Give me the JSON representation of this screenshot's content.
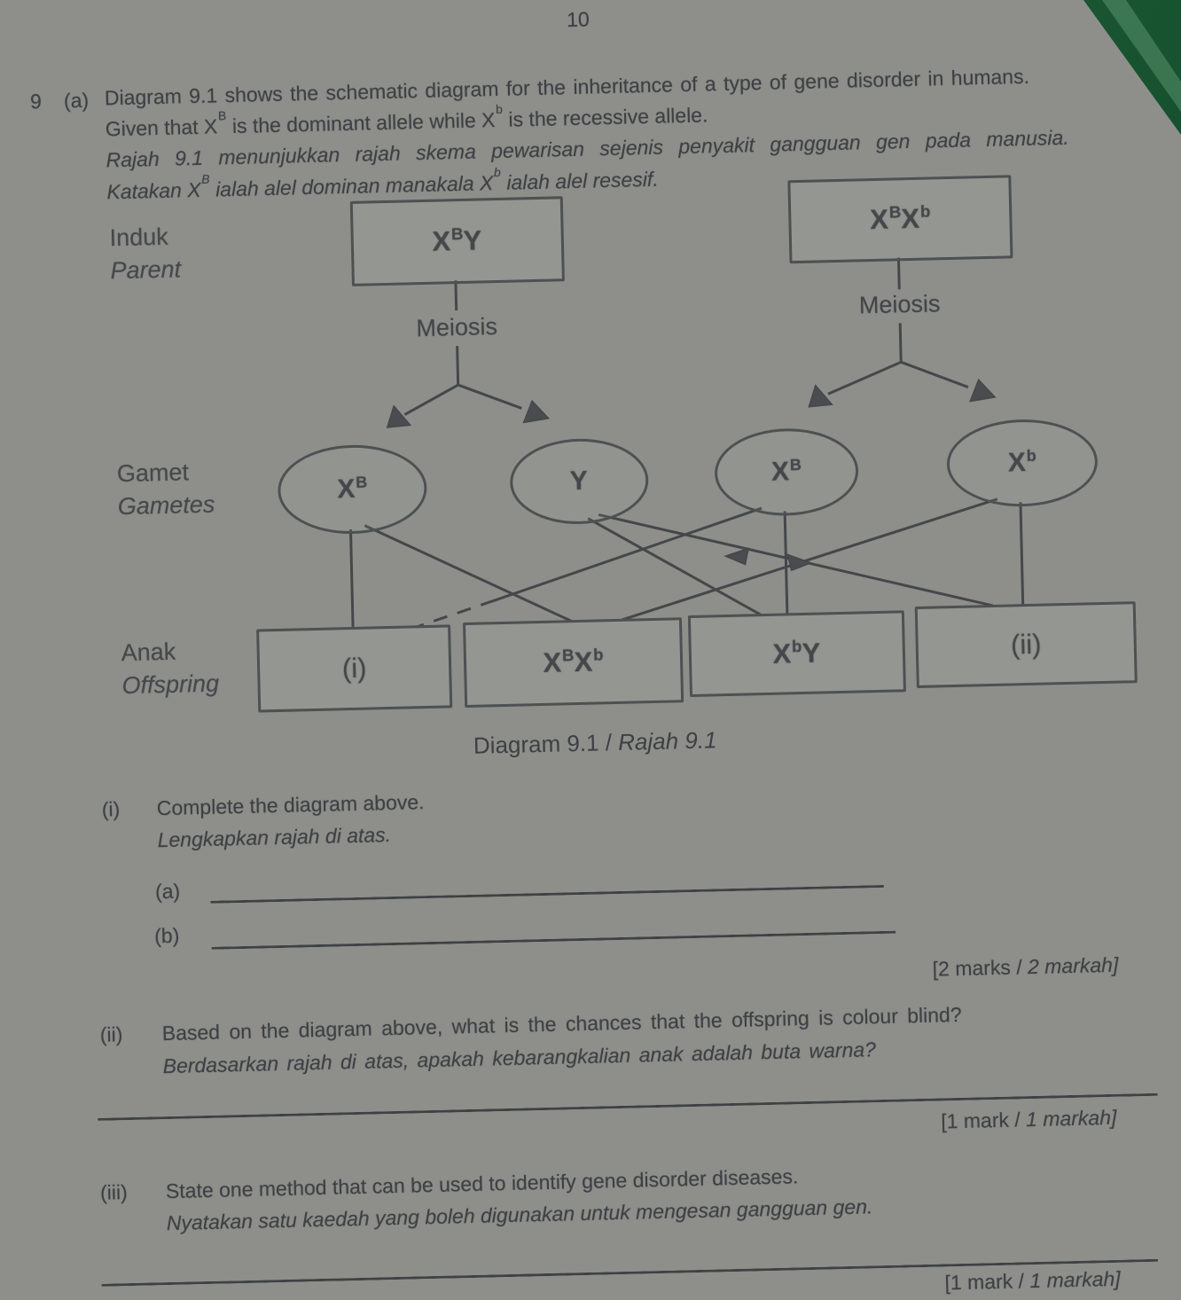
{
  "page_number": "10",
  "colors": {
    "paper_text": "#3e4044",
    "diagram_line": "#45474a",
    "green_corner": "#1c5c36"
  },
  "intro": {
    "q_no": "9",
    "part": "(a)",
    "en_line1": "Diagram 9.1 shows the schematic diagram for the inheritance of a type of gene disorder in humans.",
    "en_line2": {
      "pre": "Given that X",
      "sup1": "B",
      "mid": " is the dominant allele while X",
      "sup2": "b",
      "post": " is the recessive allele."
    },
    "ms_line1": "Rajah 9.1 menunjukkan rajah skema pewarisan sejenis penyakit gangguan gen pada manusia.",
    "ms_line2": {
      "pre": "Katakan X",
      "sup1": "B",
      "mid": " ialah alel dominan manakala X",
      "sup2": "b",
      "post": " ialah alel resesif."
    }
  },
  "diagram": {
    "labels": {
      "parent_ms": "Induk",
      "parent_en": "Parent",
      "gamete_ms": "Gamet",
      "gamete_en": "Gametes",
      "offspring_ms": "Anak",
      "offspring_en": "Offspring"
    },
    "meiosis_left": "Meiosis",
    "meiosis_right": "Meiosis",
    "parent1": {
      "b1": "X",
      "s1": "B",
      "b2": "Y",
      "s2": ""
    },
    "parent2": {
      "b1": "X",
      "s1": "B",
      "b2": "X",
      "s2": "b"
    },
    "gamete1": {
      "b1": "X",
      "s1": "B"
    },
    "gamete2": {
      "b1": "Y",
      "s1": ""
    },
    "gamete3": {
      "b1": "X",
      "s1": "B"
    },
    "gamete4": {
      "b1": "X",
      "s1": "b"
    },
    "offspring1": {
      "label": "(i)"
    },
    "offspring2": {
      "b1": "X",
      "s1": "B",
      "b2": "X",
      "s2": "b"
    },
    "offspring3": {
      "b1": "X",
      "s1": "b",
      "b2": "Y",
      "s2": ""
    },
    "offspring4": {
      "label": "(ii)"
    },
    "caption_en": "Diagram 9.1",
    "caption_sep": " / ",
    "caption_ms": "Rajah 9.1"
  },
  "q_i": {
    "label": "(i)",
    "en": "Complete the diagram above.",
    "ms": "Lengkapkan rajah di atas.",
    "blank_a_label": "(a)",
    "blank_b_label": "(b)",
    "marks_en": "[2 marks / ",
    "marks_ms": "2 markah]"
  },
  "q_ii": {
    "label": "(ii)",
    "en": "Based on the diagram above, what is the chances that the offspring is colour blind?",
    "ms": "Berdasarkan rajah di atas, apakah kebarangkalian anak adalah buta warna?",
    "marks_en": "[1 mark / ",
    "marks_ms": "1 markah]"
  },
  "q_iii": {
    "label": "(iii)",
    "en": "State one method that can be used to identify gene disorder diseases.",
    "ms": "Nyatakan satu kaedah yang boleh digunakan untuk mengesan gangguan gen.",
    "marks_en": "[1 mark / ",
    "marks_ms": "1 markah]"
  }
}
